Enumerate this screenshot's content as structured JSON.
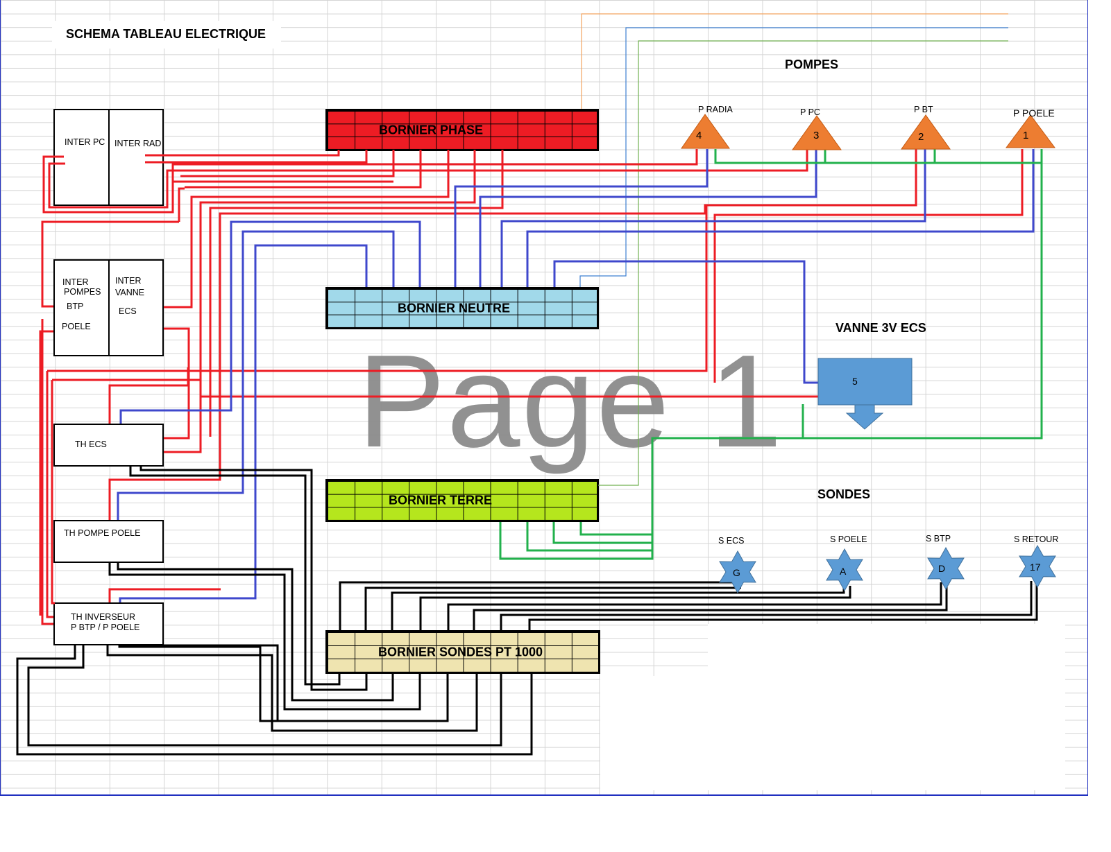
{
  "title": "SCHEMA TABLEAU ELECTRIQUE",
  "watermark": "Page 1",
  "sections": {
    "pompes": "POMPES",
    "vanne": "VANNE 3V ECS",
    "sondes": "SONDES"
  },
  "borniers": {
    "phase": "BORNIER PHASE",
    "neutre": "BORNIER NEUTRE",
    "terre": "BORNIER TERRE",
    "sondes": "BORNIER SONDES PT 1000"
  },
  "colors": {
    "phase": "#ed1c24",
    "neutre": "#a1d9ea",
    "terre": "#b5e61d",
    "sondes": "#efe4b0",
    "wire_phase": "#ed1c24",
    "wire_neutre": "#3f48cc",
    "wire_terre": "#22b14c",
    "pump": "#ed7d31",
    "sensor": "#5b9bd5"
  },
  "switches": {
    "inter_pc": "INTER PC",
    "inter_rad": "INTER RAD",
    "inter_pompes": [
      "INTER",
      "POMPES",
      "BTP",
      "POELE"
    ],
    "inter_vanne": [
      "INTER",
      "VANNE",
      "ECS"
    ]
  },
  "thermostats": {
    "th_ecs": "TH ECS",
    "th_pompe_poele": "TH POMPE POELE",
    "th_inverseur": [
      "TH INVERSEUR",
      "P BTP / P POELE"
    ]
  },
  "pumps": [
    {
      "label": "P RADIA",
      "num": "4"
    },
    {
      "label": "P PC",
      "num": "3"
    },
    {
      "label": "P BT",
      "num": "2"
    },
    {
      "label": "P POELE",
      "num": "1"
    }
  ],
  "vanne": {
    "num": "5"
  },
  "sensors": [
    {
      "label": "S ECS",
      "code": "G"
    },
    {
      "label": "S POELE",
      "code": "A"
    },
    {
      "label": "S BTP",
      "code": "D"
    },
    {
      "label": "S RETOUR",
      "code": "17"
    }
  ]
}
